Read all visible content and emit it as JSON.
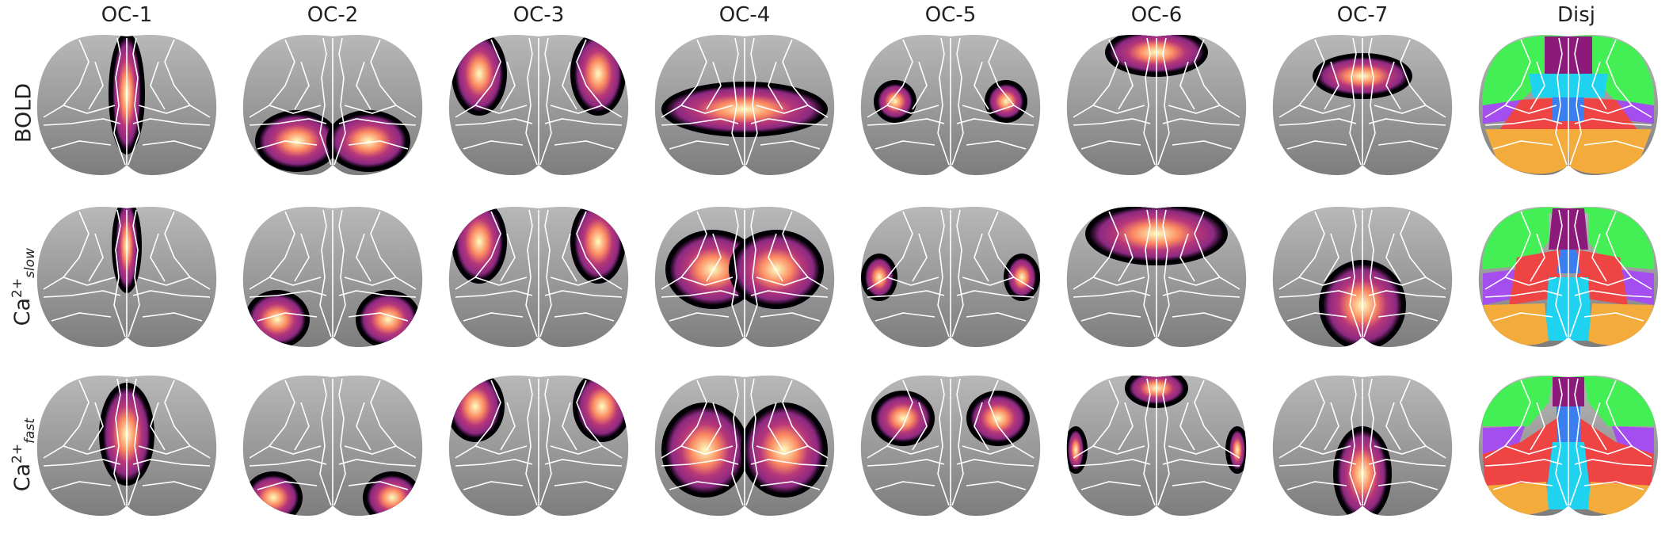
{
  "columns": [
    "OC-1",
    "OC-2",
    "OC-3",
    "OC-4",
    "OC-5",
    "OC-6",
    "OC-7",
    "Disj"
  ],
  "rows": [
    {
      "base": "BOLD",
      "sup": "",
      "sub": ""
    },
    {
      "base": "Ca",
      "sup": "2+",
      "sub": "slow"
    },
    {
      "base": "Ca",
      "sup": "2+",
      "sub": "fast"
    }
  ],
  "colors": {
    "brain_gray": "#9a9a9a",
    "border": "#ffffff",
    "magma_low": "#000004",
    "magma_mid": "#8c2981",
    "magma_high": "#fcfdbf",
    "disj_green": "#44ee55",
    "disj_purple": "#8b1a7a",
    "disj_cyan": "#1fd3f0",
    "disj_blue": "#3a7ef0",
    "disj_violet": "#a54ef0",
    "disj_red": "#ef4444",
    "disj_orange": "#f3ab3c"
  }
}
